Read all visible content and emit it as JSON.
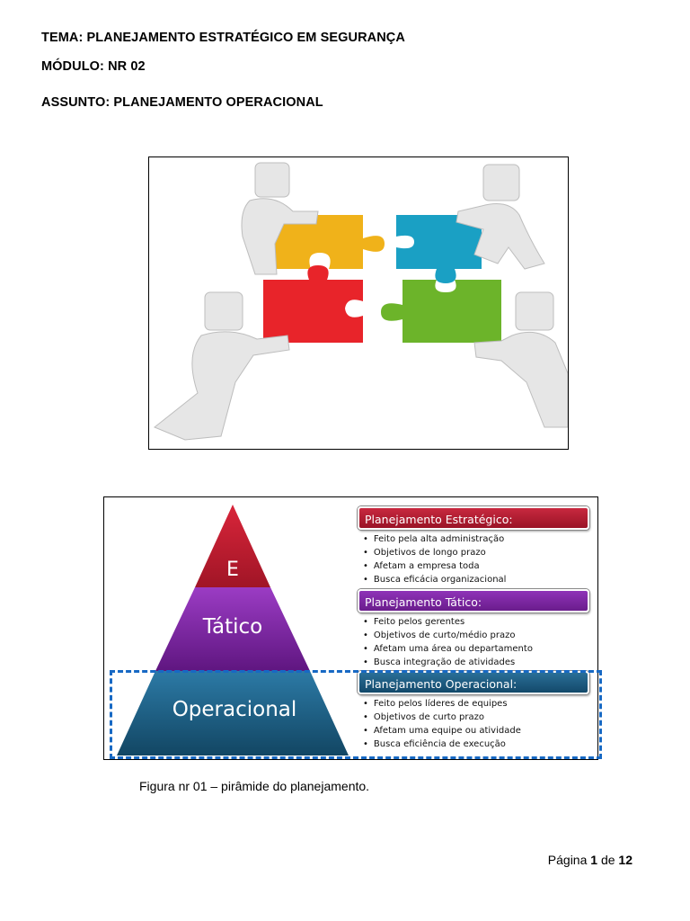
{
  "header": {
    "tema": "TEMA: PLANEJAMENTO ESTRATÉGICO EM SEGURANÇA",
    "modulo": "MÓDULO: NR 02",
    "assunto": "ASSUNTO: PLANEJAMENTO OPERACIONAL"
  },
  "image": {
    "icon": "puzzle-teamwork-illustration"
  },
  "pyramid": {
    "levels": {
      "top": "E",
      "middle": "Tático",
      "base": "Operacional"
    },
    "colors": {
      "estrategico": "#b81d33",
      "tatico": "#7a22a0",
      "operacional": "#1b5a80",
      "selection": "#1769c4"
    },
    "sections": [
      {
        "title": "Planejamento Estratégico:",
        "bullets": [
          "Feito pela alta administração",
          "Objetivos de longo prazo",
          "Afetam a empresa toda",
          "Busca eficácia organizacional"
        ]
      },
      {
        "title": "Planejamento Tático:",
        "bullets": [
          "Feito pelos gerentes",
          "Objetivos de curto/médio prazo",
          "Afetam uma área ou departamento",
          "Busca integração de atividades"
        ]
      },
      {
        "title": "Planejamento Operacional:",
        "bullets": [
          "Feito pelos líderes de equipes",
          "Objetivos de curto prazo",
          "Afetam uma equipe ou atividade",
          "Busca eficiência de execução"
        ]
      }
    ]
  },
  "caption": "Figura nr 01 – pirâmide do planejamento.",
  "footer": {
    "prefix": "Página",
    "current": "1",
    "sep": "de",
    "total": "12"
  }
}
